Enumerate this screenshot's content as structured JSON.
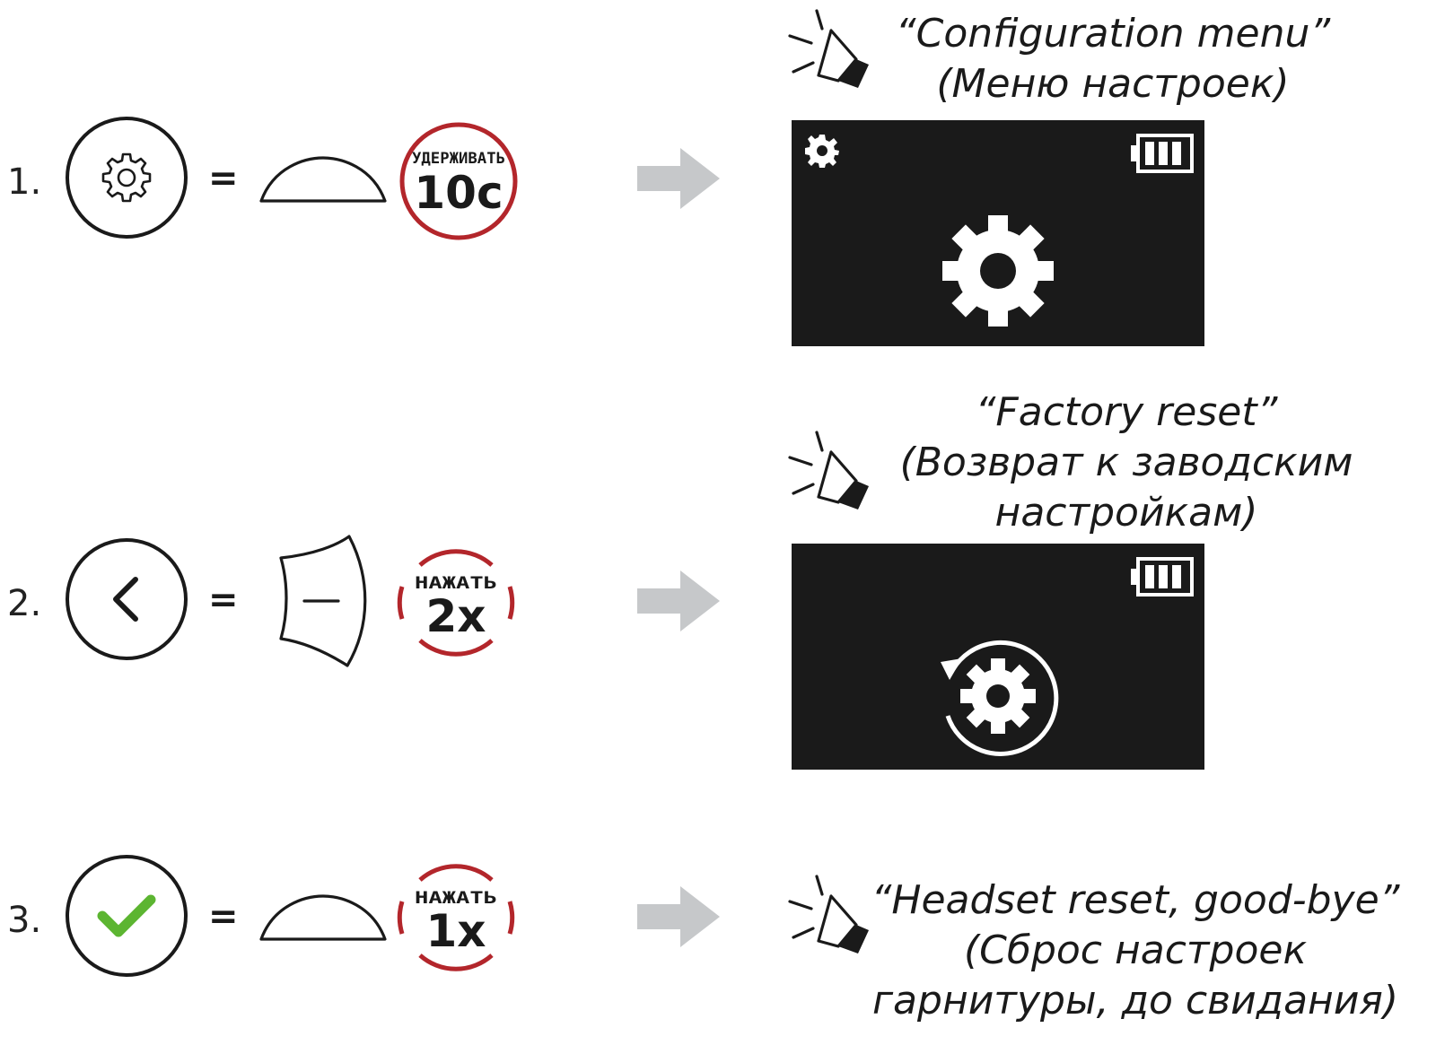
{
  "steps": [
    {
      "number": "1.",
      "button_icon": "gear-icon",
      "control_icon": "oval-button-icon",
      "badge": {
        "label": "УДЕРЖИВАТЬ",
        "value": "10c",
        "style": "full-circle"
      },
      "voice": {
        "line1": "“Configuration menu”",
        "line2": "(Меню настроек)",
        "line3": ""
      },
      "screen": {
        "top_left_icon": "small-gear-icon",
        "center_icon": "gear-icon",
        "battery_icon": "battery-full-icon"
      }
    },
    {
      "number": "2.",
      "button_icon": "chevron-left-icon",
      "control_icon": "minus-button-icon",
      "badge": {
        "label": "НАЖАТЬ",
        "value": "2x",
        "style": "arc"
      },
      "voice": {
        "line1": "“Factory reset”",
        "line2": "(Возврат к заводским",
        "line3": "настройкам)"
      },
      "screen": {
        "center_icon": "factory-reset-icon",
        "battery_icon": "battery-full-icon"
      }
    },
    {
      "number": "3.",
      "button_icon": "checkmark-icon",
      "control_icon": "oval-button-icon",
      "badge": {
        "label": "НАЖАТЬ",
        "value": "1x",
        "style": "arc"
      },
      "voice": {
        "line1": "“Headset reset, good-bye”",
        "line2": "(Сброс настроек",
        "line3": "гарнитуры, до свидания)"
      }
    }
  ],
  "equals_sign": "=",
  "colors": {
    "badge_ring": "#b3262b",
    "arrow": "#c6c8ca",
    "screen_bg": "#1a1a1a",
    "check": "#5cb531",
    "ink": "#1a1a1a"
  }
}
